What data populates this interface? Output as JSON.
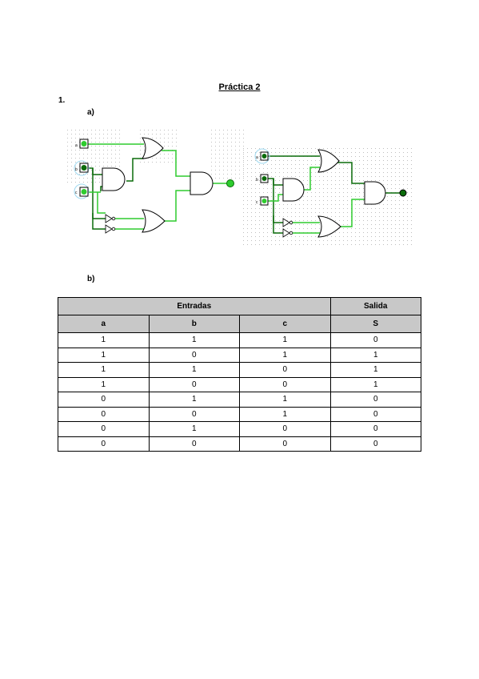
{
  "document": {
    "title": "Práctica 2",
    "section": "1.",
    "part_a": "a)",
    "part_b": "b)"
  },
  "circuit1": {
    "inputs": [
      "a",
      "b",
      "c"
    ]
  },
  "circuit2": {
    "inputs": [
      "a",
      "b",
      "c"
    ]
  },
  "table": {
    "group_inputs": "Entradas",
    "group_output": "Salida",
    "headers": [
      "a",
      "b",
      "c",
      "S"
    ],
    "rows": [
      [
        "1",
        "1",
        "1",
        "0"
      ],
      [
        "1",
        "0",
        "1",
        "1"
      ],
      [
        "1",
        "1",
        "0",
        "1"
      ],
      [
        "1",
        "0",
        "0",
        "1"
      ],
      [
        "0",
        "1",
        "1",
        "0"
      ],
      [
        "0",
        "0",
        "1",
        "0"
      ],
      [
        "0",
        "1",
        "0",
        "0"
      ],
      [
        "0",
        "0",
        "0",
        "0"
      ]
    ]
  },
  "colors": {
    "wire_on": "#2ecc2e",
    "wire_off": "#0a6b0a",
    "header_bg": "#c8c8c8",
    "grid_dot": "#9a9a9a"
  }
}
